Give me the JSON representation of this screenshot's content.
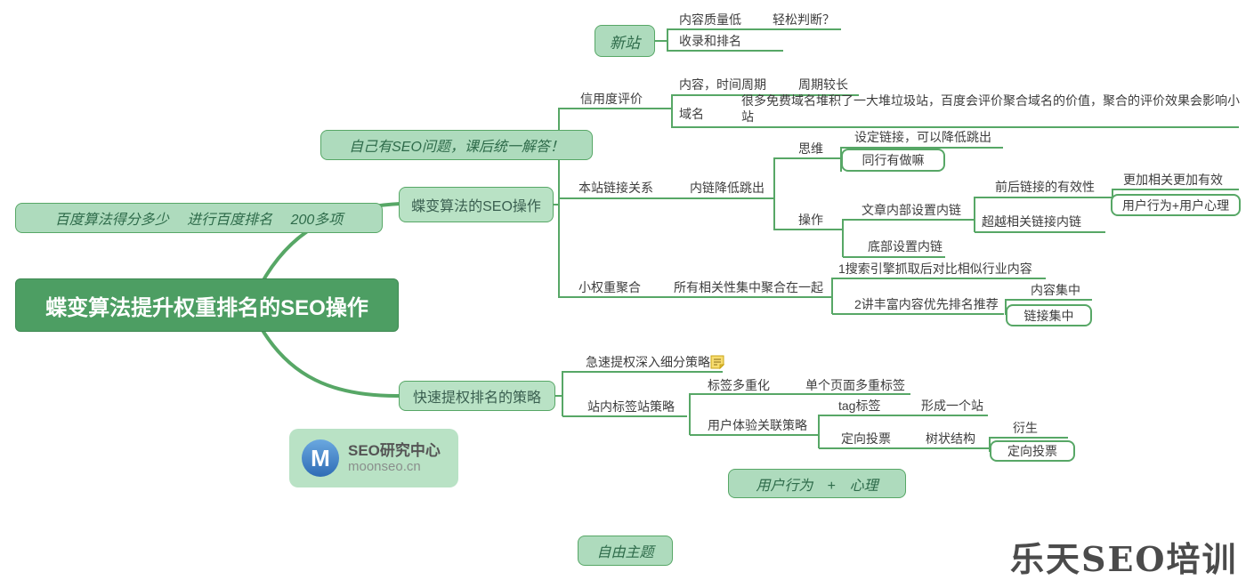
{
  "title": "蝶变算法提升权重排名的SEO操作",
  "colors": {
    "branch_line": "#57a766",
    "primary_fill": "#b9e2c5",
    "floating_fill": "#aedbbd",
    "central_fill": "#4d9e63",
    "topic_text": "#3d3d3d",
    "logo_blue": "#3a7cc4",
    "note_icon_yellow": "#f7dc6f"
  },
  "mindmap": {
    "nodes": [
      {
        "id": "new-site",
        "label": "新站",
        "type": "floating"
      },
      {
        "id": "content-quality-low",
        "label": "内容质量低",
        "type": "topic"
      },
      {
        "id": "easy-judge",
        "label": "轻松判断？",
        "type": "topic"
      },
      {
        "id": "index-and-ranking",
        "label": "收录和排名",
        "type": "topic"
      },
      {
        "id": "credibility-eval",
        "label": "信用度评价",
        "type": "topic"
      },
      {
        "id": "content-time-cycle",
        "label": "内容，时间周期",
        "type": "topic"
      },
      {
        "id": "long-cycle",
        "label": "周期较长",
        "type": "topic"
      },
      {
        "id": "domain-name",
        "label": "域名",
        "type": "topic"
      },
      {
        "id": "domain-note",
        "label": "很多免费域名堆积了一大堆垃圾站，百度会评价聚合域名的价值，聚合的评价效果会影响小站",
        "type": "topic-multiline"
      },
      {
        "id": "seo-question-note",
        "label": "自己有SEO问题，课后统一解答！",
        "type": "floating"
      },
      {
        "id": "baidu-score-note",
        "label": "百度算法得分多少　 进行百度排名　 200多项",
        "type": "floating"
      },
      {
        "id": "central-topic",
        "label": "蝶变算法提升权重排名的SEO操作",
        "type": "central"
      },
      {
        "id": "butterfly-seo-ops",
        "label": "蝶变算法的SEO操作",
        "type": "primary"
      },
      {
        "id": "site-link-relation",
        "label": "本站链接关系",
        "type": "topic"
      },
      {
        "id": "internal-link-bounce",
        "label": "内链降低跳出",
        "type": "topic"
      },
      {
        "id": "thinking",
        "label": "思维",
        "type": "topic"
      },
      {
        "id": "set-links-reduce-bounce",
        "label": "设定链接，可以降低跳出",
        "type": "topic"
      },
      {
        "id": "peers-doing",
        "label": "同行有做嘛",
        "type": "boxed"
      },
      {
        "id": "operation",
        "label": "操作",
        "type": "topic"
      },
      {
        "id": "article-internal-links",
        "label": "文章内部设置内链",
        "type": "topic"
      },
      {
        "id": "bottom-internal-links",
        "label": "底部设置内链",
        "type": "topic"
      },
      {
        "id": "adjacent-link-validity",
        "label": "前后链接的有效性",
        "type": "topic"
      },
      {
        "id": "more-relevant-more-effective",
        "label": "更加相关更加有效",
        "type": "topic"
      },
      {
        "id": "user-behavior-psychology",
        "label": "用户行为+用户心理",
        "type": "boxed"
      },
      {
        "id": "beyond-related-links",
        "label": "超越相关链接内链",
        "type": "topic"
      },
      {
        "id": "small-weight-aggregation",
        "label": "小权重聚合",
        "type": "topic"
      },
      {
        "id": "aggregate-related",
        "label": "所有相关性集中聚合在一起",
        "type": "topic"
      },
      {
        "id": "se-crawl-compare",
        "label": "1搜索引擎抓取后对比相似行业内容",
        "type": "topic"
      },
      {
        "id": "rich-content-priority",
        "label": "2讲丰富内容优先排名推荐",
        "type": "topic"
      },
      {
        "id": "content-concentration",
        "label": "内容集中",
        "type": "topic"
      },
      {
        "id": "link-concentration",
        "label": "链接集中",
        "type": "boxed"
      },
      {
        "id": "fast-weight-strategy",
        "label": "快速提权排名的策略",
        "type": "primary"
      },
      {
        "id": "rapid-subdivision-strategy",
        "label": "急速提权深入细分策略",
        "type": "topic"
      },
      {
        "id": "onsite-tag-strategy",
        "label": "站内标签站策略",
        "type": "topic"
      },
      {
        "id": "tag-multiplication",
        "label": "标签多重化",
        "type": "topic"
      },
      {
        "id": "multi-tags-per-page",
        "label": "单个页面多重标签",
        "type": "topic"
      },
      {
        "id": "ux-association-strategy",
        "label": "用户体验关联策略",
        "type": "topic"
      },
      {
        "id": "tag-label",
        "label": "tag标签",
        "type": "topic"
      },
      {
        "id": "form-a-site",
        "label": "形成一个站",
        "type": "topic"
      },
      {
        "id": "directional-voting",
        "label": "定向投票",
        "type": "topic"
      },
      {
        "id": "tree-structure",
        "label": "树状结构",
        "type": "topic"
      },
      {
        "id": "derivation",
        "label": "衍生",
        "type": "topic"
      },
      {
        "id": "directional-voting-2",
        "label": "定向投票",
        "type": "boxed"
      },
      {
        "id": "user-behavior-psych-note",
        "label": "用户行为　+　心理",
        "type": "floating"
      },
      {
        "id": "free-topic",
        "label": "自由主题",
        "type": "floating"
      }
    ]
  },
  "logo": {
    "initial": "M",
    "title": "SEO研究中心",
    "domain": "moonseo.cn"
  },
  "watermark": "乐天SEO培训"
}
